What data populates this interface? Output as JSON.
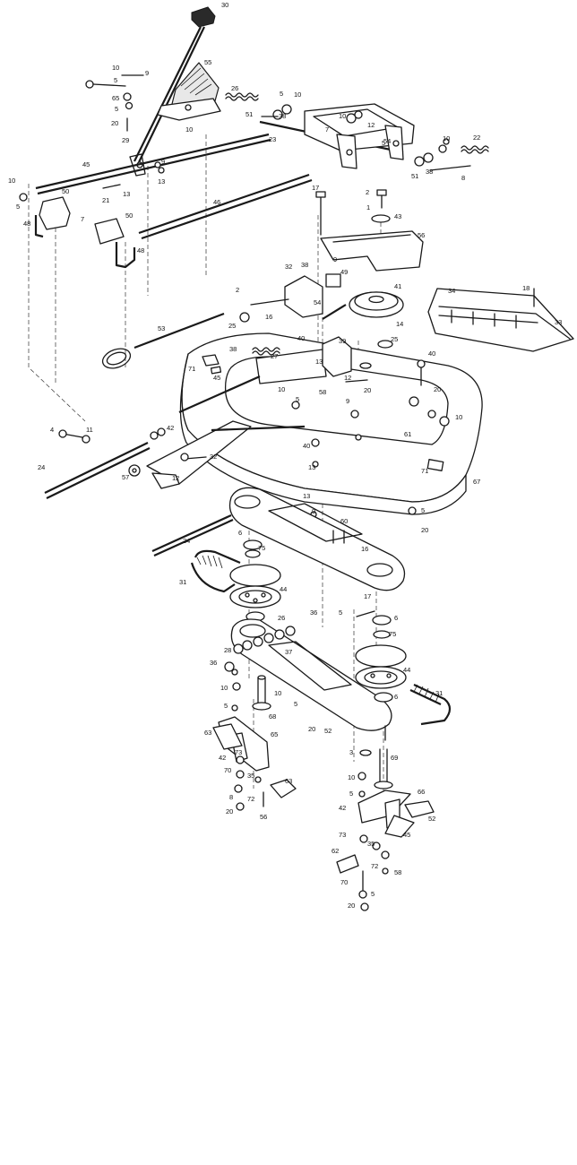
{
  "diagram": {
    "callouts": [
      {
        "id": "c30",
        "text": "30"
      },
      {
        "id": "c55",
        "text": "55"
      },
      {
        "id": "c26a",
        "text": "26"
      },
      {
        "id": "c51a",
        "text": "51"
      },
      {
        "id": "c38a",
        "text": "38"
      },
      {
        "id": "c5a",
        "text": "5"
      },
      {
        "id": "c10a",
        "text": "10"
      },
      {
        "id": "c10b",
        "text": "10"
      },
      {
        "id": "c9a",
        "text": "9"
      },
      {
        "id": "c5b",
        "text": "5"
      },
      {
        "id": "c65",
        "text": "65"
      },
      {
        "id": "c5c",
        "text": "5"
      },
      {
        "id": "c20a",
        "text": "20"
      },
      {
        "id": "c29",
        "text": "29"
      },
      {
        "id": "c10c",
        "text": "10"
      },
      {
        "id": "c23",
        "text": "23"
      },
      {
        "id": "c7a",
        "text": "7"
      },
      {
        "id": "c10d",
        "text": "10"
      },
      {
        "id": "c12a",
        "text": "12"
      },
      {
        "id": "c5d",
        "text": "5"
      },
      {
        "id": "c54a",
        "text": "54"
      },
      {
        "id": "c10e",
        "text": "10"
      },
      {
        "id": "c22",
        "text": "22"
      },
      {
        "id": "c51b",
        "text": "51"
      },
      {
        "id": "c38b",
        "text": "38"
      },
      {
        "id": "c8a",
        "text": "8"
      },
      {
        "id": "c45",
        "text": "45"
      },
      {
        "id": "c9b",
        "text": "9"
      },
      {
        "id": "c13a",
        "text": "13"
      },
      {
        "id": "c21",
        "text": "21"
      },
      {
        "id": "c13b",
        "text": "13"
      },
      {
        "id": "c10f",
        "text": "10"
      },
      {
        "id": "c5e",
        "text": "5"
      },
      {
        "id": "c50a",
        "text": "50"
      },
      {
        "id": "c7b",
        "text": "7"
      },
      {
        "id": "c48a",
        "text": "48"
      },
      {
        "id": "c50b",
        "text": "50"
      },
      {
        "id": "c48b",
        "text": "48"
      },
      {
        "id": "c46",
        "text": "46"
      },
      {
        "id": "c17a",
        "text": "17"
      },
      {
        "id": "c2a",
        "text": "2"
      },
      {
        "id": "c1a",
        "text": "1"
      },
      {
        "id": "c43",
        "text": "43"
      },
      {
        "id": "c56",
        "text": "56"
      },
      {
        "id": "c32a",
        "text": "32"
      },
      {
        "id": "c38c",
        "text": "38"
      },
      {
        "id": "c49",
        "text": "49"
      },
      {
        "id": "c9c",
        "text": "9"
      },
      {
        "id": "c41",
        "text": "41"
      },
      {
        "id": "c34",
        "text": "34"
      },
      {
        "id": "c18",
        "text": "18"
      },
      {
        "id": "c33",
        "text": "33"
      },
      {
        "id": "c2b",
        "text": "2"
      },
      {
        "id": "c16a",
        "text": "16"
      },
      {
        "id": "c54b",
        "text": "54"
      },
      {
        "id": "c53",
        "text": "53"
      },
      {
        "id": "c25a",
        "text": "25"
      },
      {
        "id": "c40a",
        "text": "40"
      },
      {
        "id": "c39",
        "text": "39"
      },
      {
        "id": "c14",
        "text": "14"
      },
      {
        "id": "c25b",
        "text": "25"
      },
      {
        "id": "c40b",
        "text": "40"
      },
      {
        "id": "c27",
        "text": "27"
      },
      {
        "id": "c38d",
        "text": "38"
      },
      {
        "id": "c71a",
        "text": "71"
      },
      {
        "id": "c45b",
        "text": "45"
      },
      {
        "id": "c13c",
        "text": "13"
      },
      {
        "id": "c12b",
        "text": "12"
      },
      {
        "id": "c58a",
        "text": "58"
      },
      {
        "id": "c20b",
        "text": "20"
      },
      {
        "id": "c10g",
        "text": "10"
      },
      {
        "id": "c5f",
        "text": "5"
      },
      {
        "id": "c9d",
        "text": "9"
      },
      {
        "id": "c20c",
        "text": "20"
      },
      {
        "id": "c10h",
        "text": "10"
      },
      {
        "id": "c61",
        "text": "61"
      },
      {
        "id": "c4",
        "text": "4"
      },
      {
        "id": "c11a",
        "text": "11"
      },
      {
        "id": "c42a",
        "text": "42"
      },
      {
        "id": "c32b",
        "text": "32"
      },
      {
        "id": "c24a",
        "text": "24"
      },
      {
        "id": "c57",
        "text": "57"
      },
      {
        "id": "c12c",
        "text": "12"
      },
      {
        "id": "c40c",
        "text": "40"
      },
      {
        "id": "c13d",
        "text": "13"
      },
      {
        "id": "c71b",
        "text": "71"
      },
      {
        "id": "c67",
        "text": "67"
      },
      {
        "id": "c13e",
        "text": "13"
      },
      {
        "id": "c9e",
        "text": "9"
      },
      {
        "id": "c5g",
        "text": "5"
      },
      {
        "id": "c20d",
        "text": "20"
      },
      {
        "id": "c60",
        "text": "60"
      },
      {
        "id": "c24b",
        "text": "24"
      },
      {
        "id": "c6a",
        "text": "6"
      },
      {
        "id": "c75a",
        "text": "75"
      },
      {
        "id": "c16b",
        "text": "16"
      },
      {
        "id": "c31a",
        "text": "31"
      },
      {
        "id": "c44a",
        "text": "44"
      },
      {
        "id": "c17b",
        "text": "17"
      },
      {
        "id": "c5h",
        "text": "5"
      },
      {
        "id": "c6b",
        "text": "6"
      },
      {
        "id": "c26b",
        "text": "26"
      },
      {
        "id": "c36a",
        "text": "36"
      },
      {
        "id": "c75b",
        "text": "75"
      },
      {
        "id": "c28",
        "text": "28"
      },
      {
        "id": "c37",
        "text": "37"
      },
      {
        "id": "c36b",
        "text": "36"
      },
      {
        "id": "c10i",
        "text": "10"
      },
      {
        "id": "c44b",
        "text": "44"
      },
      {
        "id": "c6c",
        "text": "6"
      },
      {
        "id": "c31b",
        "text": "31"
      },
      {
        "id": "c5i",
        "text": "5"
      },
      {
        "id": "c68",
        "text": "68"
      },
      {
        "id": "c10j",
        "text": "10"
      },
      {
        "id": "c5j",
        "text": "5"
      },
      {
        "id": "c20e",
        "text": "20"
      },
      {
        "id": "c52a",
        "text": "52"
      },
      {
        "id": "c63a",
        "text": "63"
      },
      {
        "id": "c65b",
        "text": "65"
      },
      {
        "id": "c3",
        "text": "3"
      },
      {
        "id": "c69",
        "text": "69"
      },
      {
        "id": "c42b",
        "text": "42"
      },
      {
        "id": "c73a",
        "text": "73"
      },
      {
        "id": "c70a",
        "text": "70"
      },
      {
        "id": "c35a",
        "text": "35"
      },
      {
        "id": "c8b",
        "text": "8"
      },
      {
        "id": "c72a",
        "text": "72"
      },
      {
        "id": "c20f",
        "text": "20"
      },
      {
        "id": "c56b",
        "text": "56"
      },
      {
        "id": "c63b",
        "text": "63"
      },
      {
        "id": "c10k",
        "text": "10"
      },
      {
        "id": "c5k",
        "text": "5"
      },
      {
        "id": "c66",
        "text": "66"
      },
      {
        "id": "c42c",
        "text": "42"
      },
      {
        "id": "c52b",
        "text": "52"
      },
      {
        "id": "c45c",
        "text": "45"
      },
      {
        "id": "c73b",
        "text": "73"
      },
      {
        "id": "c35b",
        "text": "35"
      },
      {
        "id": "c62",
        "text": "62"
      },
      {
        "id": "c72b",
        "text": "72"
      },
      {
        "id": "c58b",
        "text": "58"
      },
      {
        "id": "c70b",
        "text": "70"
      },
      {
        "id": "c5l",
        "text": "5"
      },
      {
        "id": "c20g",
        "text": "20"
      }
    ]
  }
}
